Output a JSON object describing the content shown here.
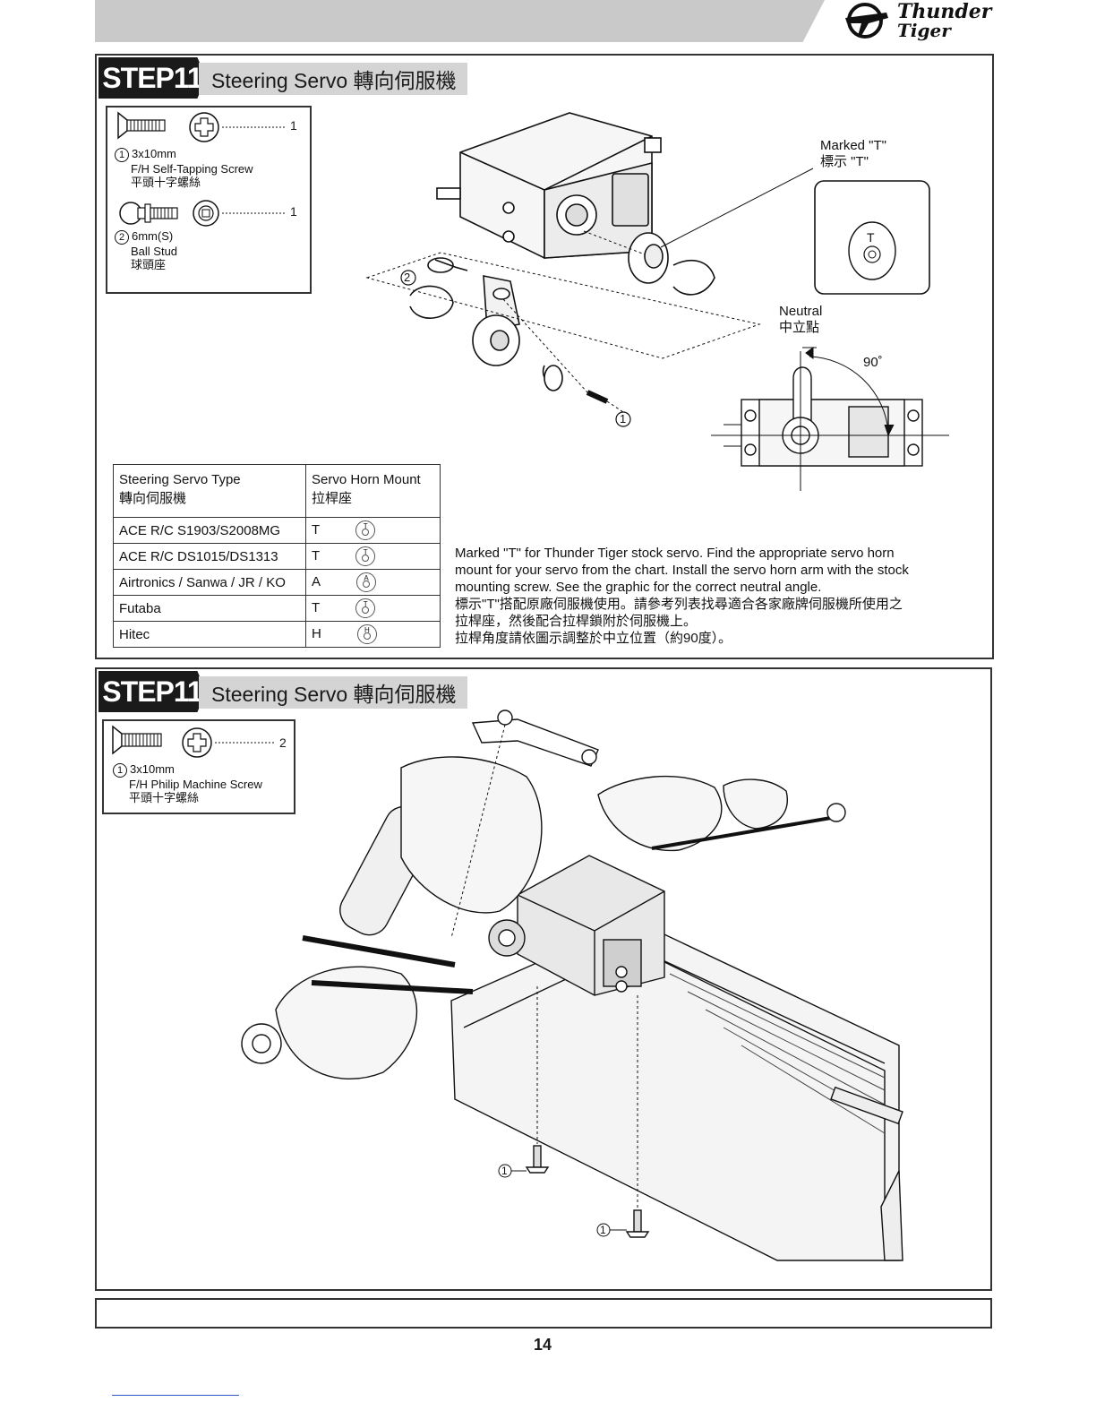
{
  "header": {
    "brand_line1": "Thunder",
    "brand_line2": "Tiger"
  },
  "step_top": {
    "badge": "STEP11",
    "title": "Steering Servo 轉向伺服機",
    "parts": [
      {
        "num": "1",
        "size": "3x10mm",
        "name": "F/H Self-Tapping Screw",
        "name_cn": "平頭十字螺絲",
        "qty": "1"
      },
      {
        "num": "2",
        "size": "6mm(S)",
        "name": "Ball Stud",
        "name_cn": "球頭座",
        "qty": "1"
      }
    ],
    "diagram_callouts": {
      "part2": "2",
      "part1": "1",
      "marked_en": "Marked \"T\"",
      "marked_cn": "標示 \"T\"",
      "detail_letter": "T",
      "neutral_en": "Neutral",
      "neutral_cn": "中立點",
      "angle": "90˚"
    },
    "table": {
      "col1_header_en": "Steering Servo Type",
      "col1_header_cn": "轉向伺服機",
      "col2_header_en": "Servo Horn Mount",
      "col2_header_cn": "拉桿座",
      "rows": [
        {
          "type": "ACE R/C S1903/S2008MG",
          "mount": "T"
        },
        {
          "type": "ACE R/C DS1015/DS1313",
          "mount": "T"
        },
        {
          "type": "Airtronics / Sanwa / JR / KO",
          "mount": "A"
        },
        {
          "type": "Futaba",
          "mount": "T"
        },
        {
          "type": "Hitec",
          "mount": "H"
        }
      ]
    },
    "description": {
      "en_line1": "Marked \"T\" for Thunder Tiger stock servo. Find the appropriate servo horn",
      "en_line2": "mount for your servo from the chart. Install the servo horn arm with the stock",
      "en_line3": "mounting screw. See the graphic for the correct neutral angle.",
      "cn_line1": "標示\"T\"搭配原廠伺服機使用。請參考列表找尋適合各家廠牌伺服機所使用之",
      "cn_line2": "拉桿座，然後配合拉桿鎖附於伺服機上。",
      "cn_line3": "拉桿角度請依圖示調整於中立位置（約90度）。"
    }
  },
  "step_bottom": {
    "badge": "STEP11",
    "title": "Steering Servo 轉向伺服機",
    "parts": [
      {
        "num": "1",
        "size": "3x10mm",
        "name": "F/H Philip Machine Screw",
        "name_cn": "平頭十字螺絲",
        "qty": "2"
      }
    ],
    "callouts": [
      "1",
      "1"
    ]
  },
  "page_number": "14"
}
